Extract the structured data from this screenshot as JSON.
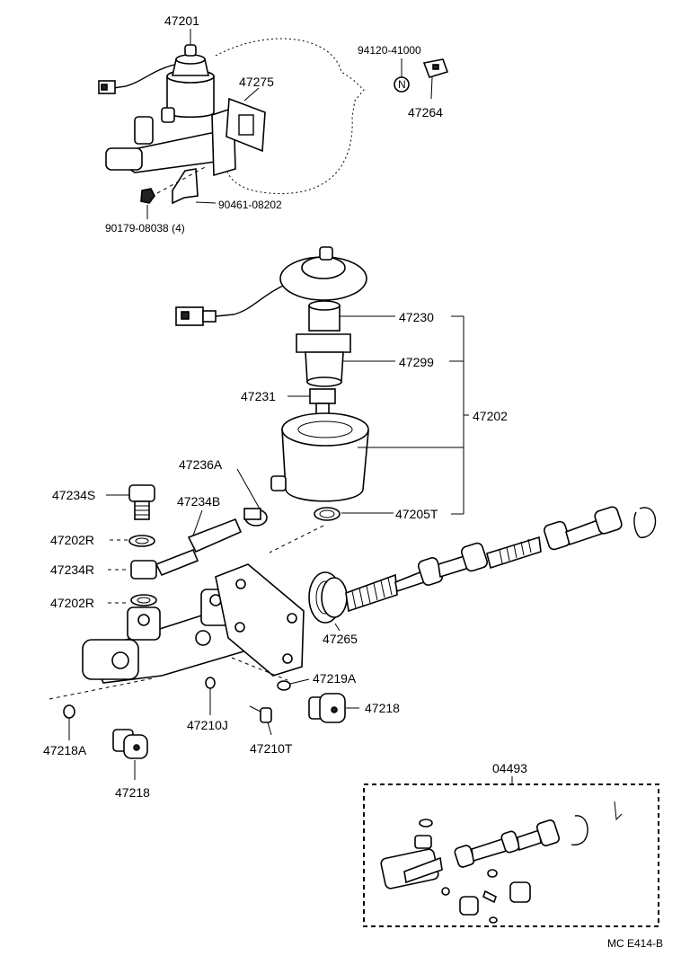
{
  "labels": {
    "p47201": "47201",
    "p94120": "94120-41000",
    "p47275": "47275",
    "p47264": "47264",
    "p90461": "90461-08202",
    "p90179": "90179-08038 (4)",
    "p47230": "47230",
    "p47299": "47299",
    "p47231": "47231",
    "p47202": "47202",
    "p47236A": "47236A",
    "p47234S": "47234S",
    "p47234B": "47234B",
    "p47202R_a": "47202R",
    "p47234R": "47234R",
    "p47202R_b": "47202R",
    "p47205T": "47205T",
    "p47265": "47265",
    "p47219A": "47219A",
    "p47218_a": "47218",
    "p47210J": "47210J",
    "p47210T": "47210T",
    "p47218A": "47218A",
    "p47218_b": "47218",
    "p04493": "04493",
    "ring_n": "N",
    "code": "MC  E414-B"
  }
}
